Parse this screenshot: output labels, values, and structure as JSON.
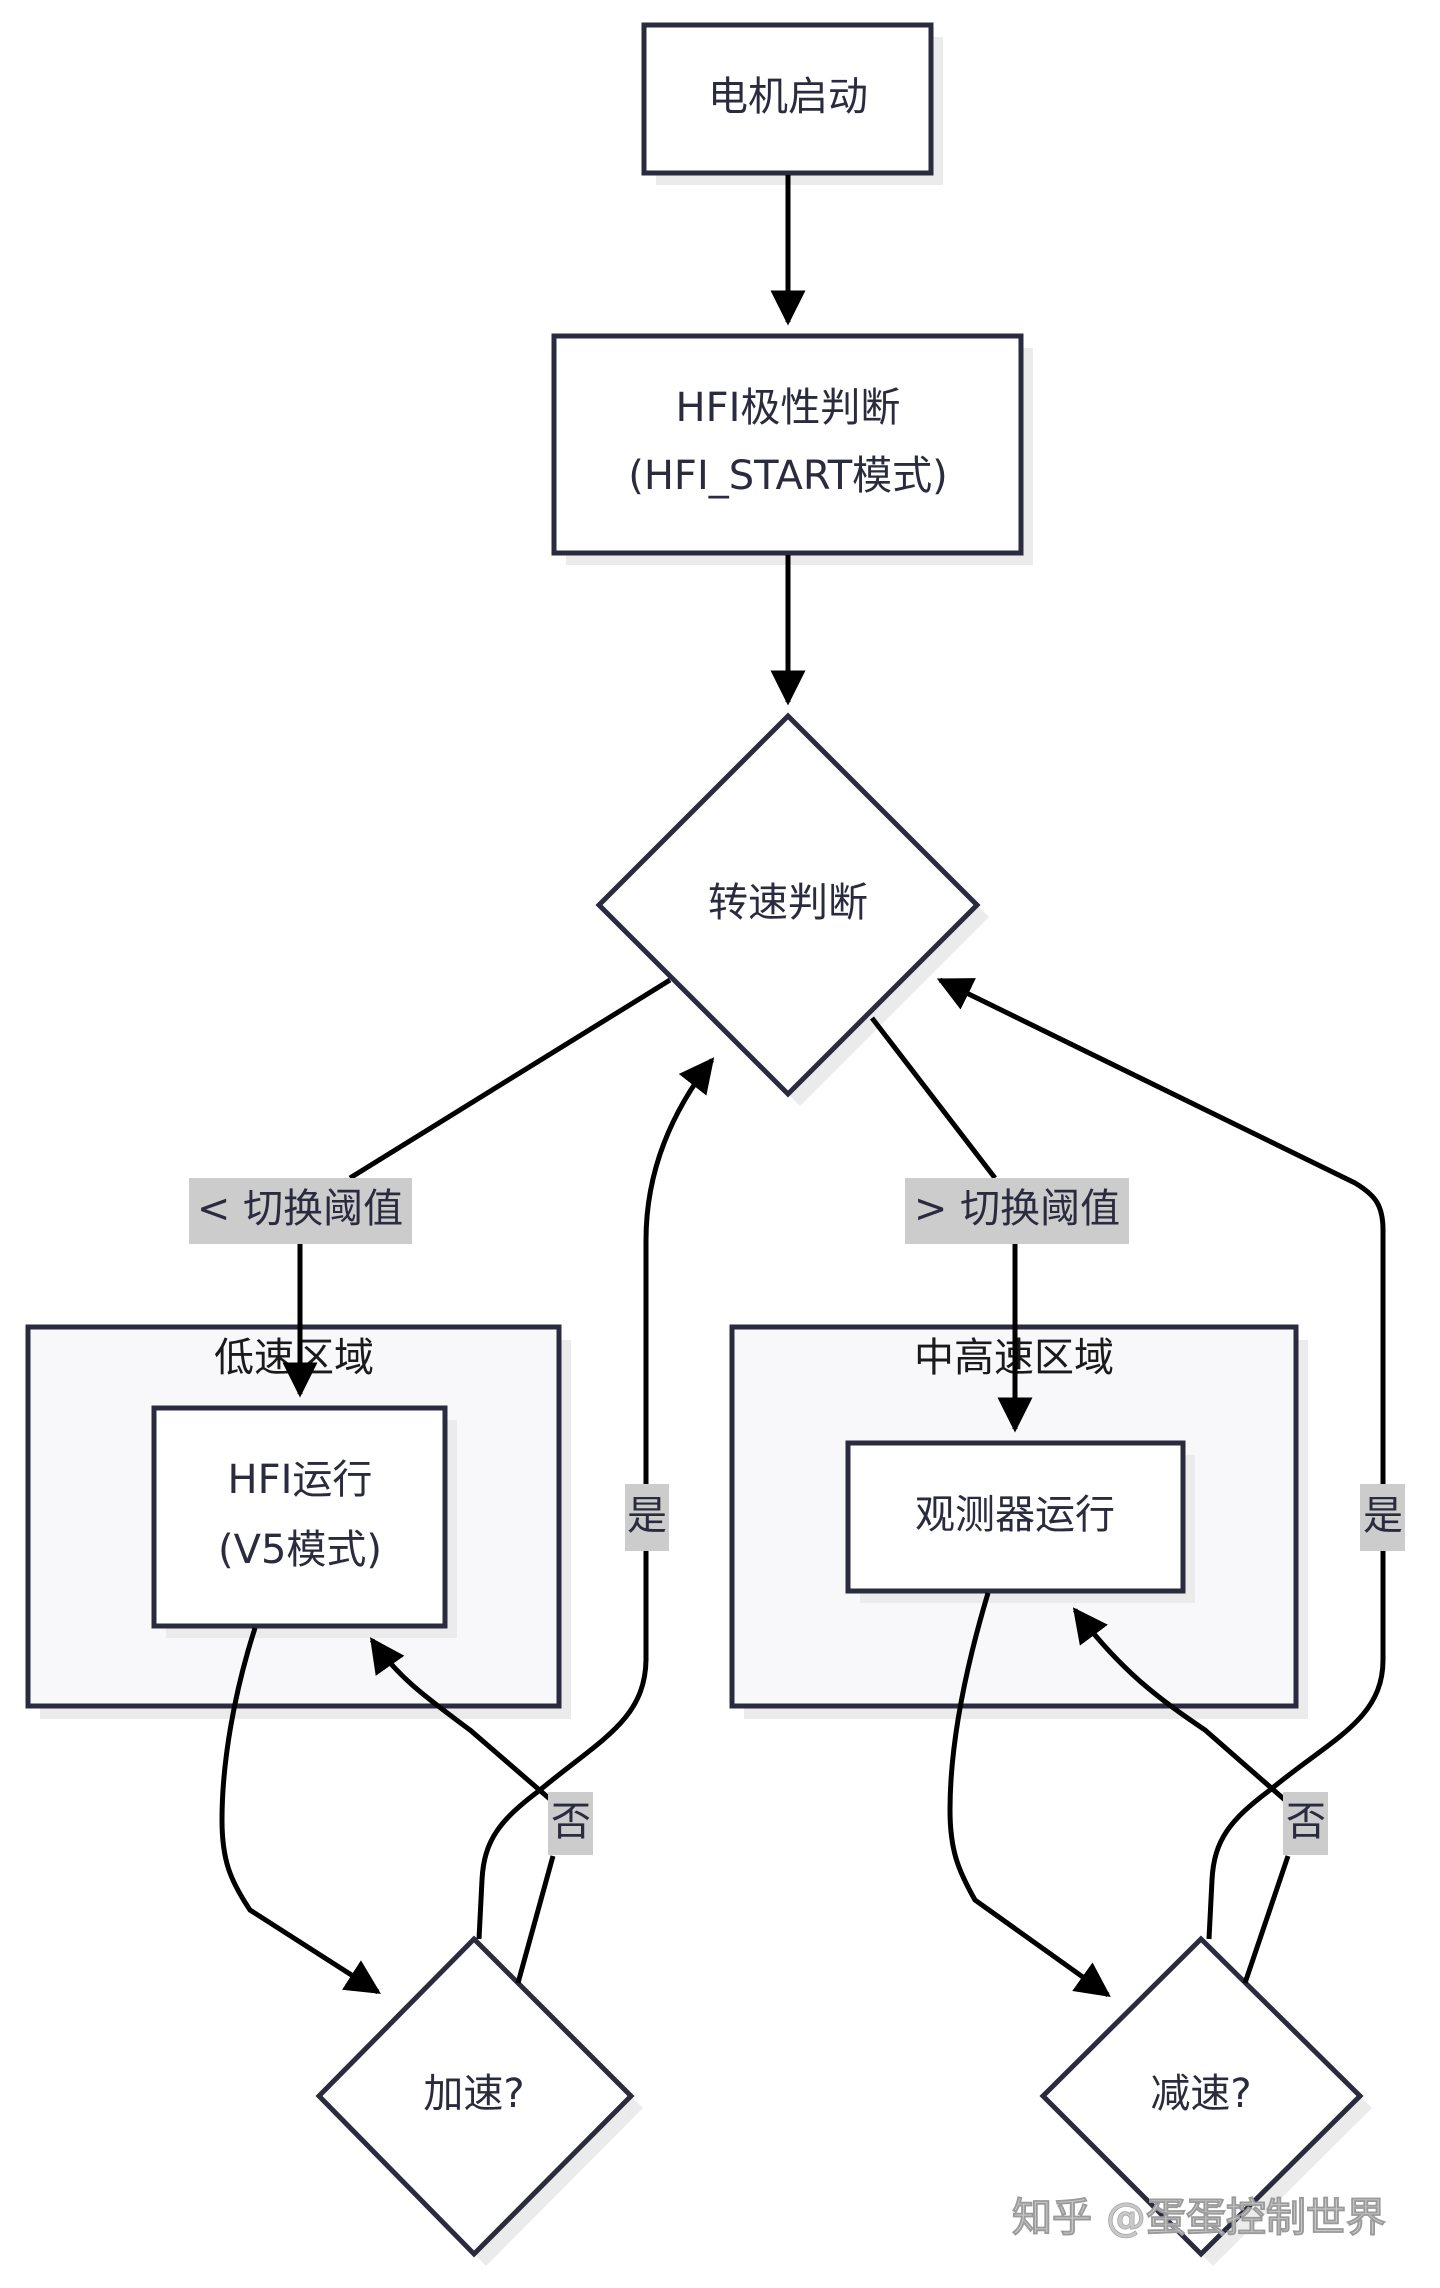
{
  "diagram": {
    "type": "flowchart",
    "nodes": {
      "start": {
        "label": "电机启动",
        "shape": "rect"
      },
      "hfi_polarity": {
        "label_line1": "HFI极性判断",
        "label_line2": "(HFI_START模式)",
        "shape": "rect"
      },
      "speed_check": {
        "label": "转速判断",
        "shape": "diamond"
      },
      "hfi_run": {
        "label_line1": "HFI运行",
        "label_line2": "(V5模式)",
        "shape": "rect"
      },
      "observer_run": {
        "label": "观测器运行",
        "shape": "rect"
      },
      "accelerate": {
        "label": "加速?",
        "shape": "diamond"
      },
      "decelerate": {
        "label": "减速?",
        "shape": "diamond"
      }
    },
    "regions": {
      "low_speed": {
        "label": "低速区域"
      },
      "mid_high_speed": {
        "label": "中高速区域"
      }
    },
    "edge_labels": {
      "below_threshold": "< 切换阈值",
      "above_threshold": "> 切换阈值",
      "accel_yes": "是",
      "accel_no": "否",
      "decel_yes": "是",
      "decel_no": "否"
    },
    "edges": [
      {
        "from": "start",
        "to": "hfi_polarity",
        "label": ""
      },
      {
        "from": "hfi_polarity",
        "to": "speed_check",
        "label": ""
      },
      {
        "from": "speed_check",
        "to": "hfi_run",
        "label": "< 切换阈值"
      },
      {
        "from": "speed_check",
        "to": "observer_run",
        "label": "> 切换阈值"
      },
      {
        "from": "hfi_run",
        "to": "accelerate",
        "label": ""
      },
      {
        "from": "accelerate",
        "to": "speed_check",
        "label": "是"
      },
      {
        "from": "accelerate",
        "to": "hfi_run",
        "label": "否"
      },
      {
        "from": "observer_run",
        "to": "decelerate",
        "label": ""
      },
      {
        "from": "decelerate",
        "to": "speed_check",
        "label": "是"
      },
      {
        "from": "decelerate",
        "to": "observer_run",
        "label": "否"
      }
    ],
    "colors": {
      "node_stroke": "#2b2b3f",
      "edge": "#000000",
      "region_fill": "#f8f8fa",
      "label_bg": "#cccccc",
      "shadow": "#e8e8e8"
    }
  },
  "watermark": "知乎 @蛋蛋控制世界"
}
